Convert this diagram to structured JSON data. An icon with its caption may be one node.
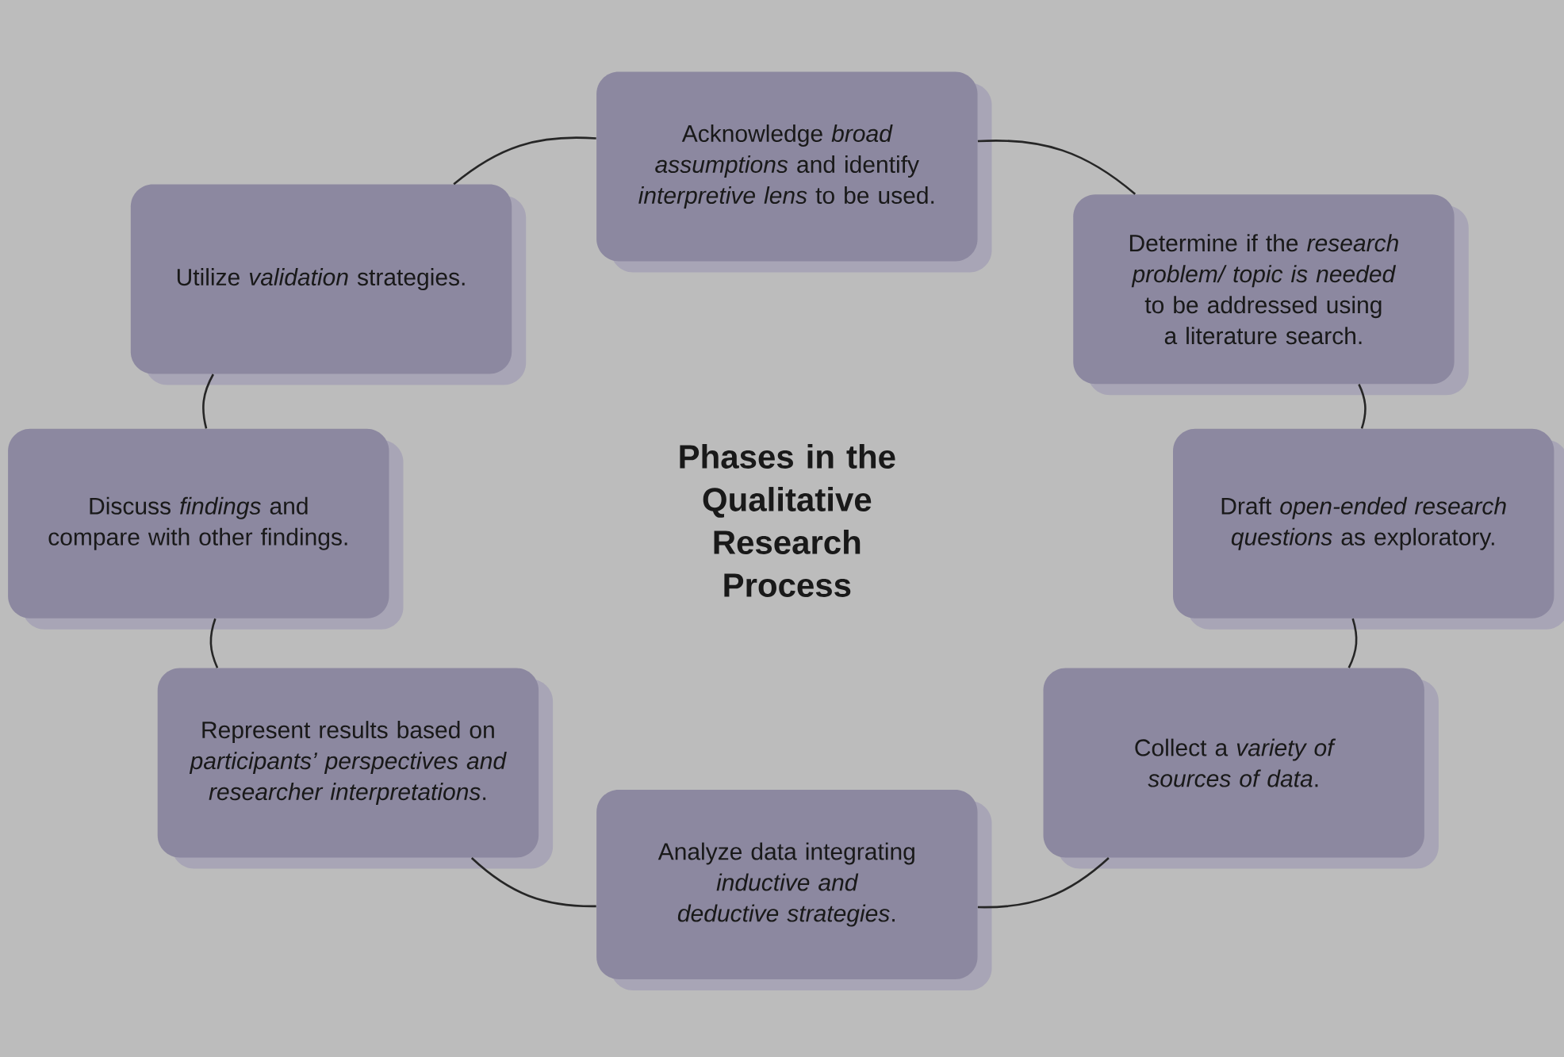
{
  "diagram": {
    "title": "Phases in the Qualitative Research Process",
    "nodes": [
      {
        "text": [
          "Acknowledge *broad assumptions* and identify *interpretive lens* to be used."
        ]
      },
      {
        "text": [
          "Determine if the *research problem/ topic is needed* to be addressed using a literature search."
        ]
      },
      {
        "text": [
          "Draft *open-ended research questions* as exploratory."
        ]
      },
      {
        "text": [
          "Collect a *variety of sources of data*."
        ]
      },
      {
        "text": [
          "Analyze data integrating *inductive and deductive strategies*."
        ]
      },
      {
        "text": [
          "Represent results based on *participants’ perspectives and researcher interpretations*."
        ]
      },
      {
        "text": [
          "Discuss *findings* and compare with other findings."
        ]
      },
      {
        "text": [
          "Utilize *validation* strategies."
        ]
      }
    ],
    "edges": [
      {
        "from": 0,
        "to": 1,
        "arrow": "none"
      },
      {
        "from": 1,
        "to": 2,
        "arrow": "none"
      },
      {
        "from": 2,
        "to": 3,
        "arrow": "none"
      },
      {
        "from": 3,
        "to": 4,
        "arrow": "none"
      },
      {
        "from": 4,
        "to": 5,
        "arrow": "none"
      },
      {
        "from": 5,
        "to": 6,
        "arrow": "none"
      },
      {
        "from": 6,
        "to": 7,
        "arrow": "none"
      },
      {
        "from": 7,
        "to": 0,
        "arrow": "none"
      }
    ]
  }
}
